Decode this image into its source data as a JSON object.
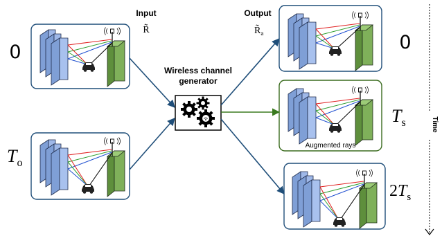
{
  "input": {
    "title": "Input",
    "symbol": "R̃"
  },
  "output": {
    "title": "Output",
    "symbol": "R̃",
    "symbol_sub": "a"
  },
  "generator": {
    "line1": "Wireless channel",
    "line2": "generator"
  },
  "time_label": "Time",
  "left_labels": {
    "t0": "0",
    "to_base": "T",
    "to_sub": "o"
  },
  "right_labels": {
    "t0": "0",
    "ts_base": "T",
    "ts_sub": "s",
    "t2s_coef": "2",
    "t2s_base": "T",
    "t2s_sub": "s"
  },
  "augmented_caption": "Augmented rays",
  "colors": {
    "box_border": "#1f4e79",
    "augmented_border": "#3a6b1e",
    "building_blue": "#9fb8e8",
    "building_green": "#7fb05a",
    "ray_red": "#e02020",
    "ray_green": "#2e9e2e",
    "ray_blue": "#1f4fd0",
    "arrow_blue": "#1f4e79",
    "arrow_green": "#3a7a1e"
  }
}
